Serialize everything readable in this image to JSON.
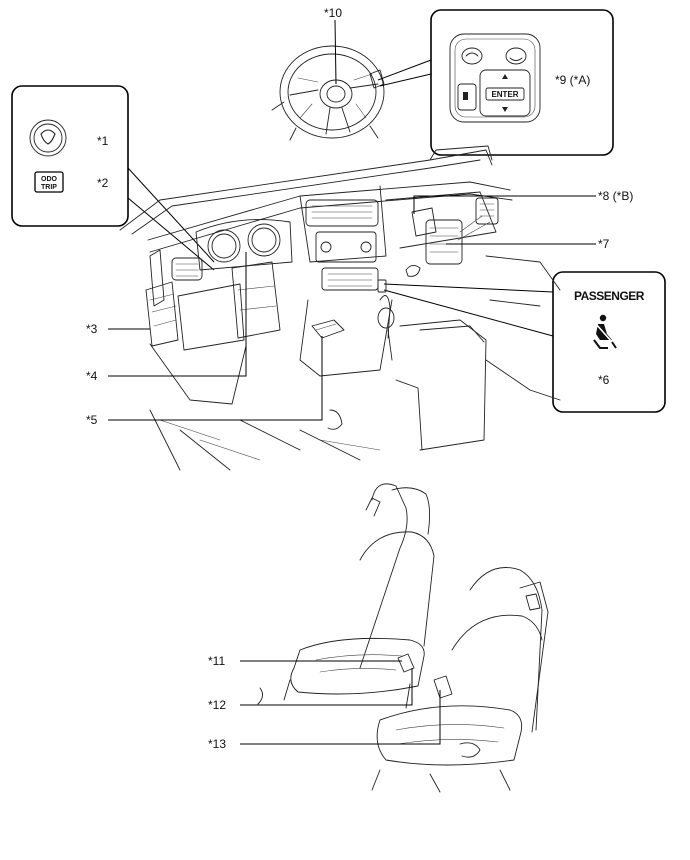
{
  "labels": {
    "l1": "*1",
    "l2": "*2",
    "l3": "*3",
    "l4": "*4",
    "l5": "*5",
    "l6": "*6",
    "l7": "*7",
    "l8": "*8 (*B)",
    "l9": "*9 (*A)",
    "l10": "*10",
    "l11": "*11",
    "l12": "*12",
    "l13": "*13"
  },
  "switches": {
    "odo_trip_line1": "ODO",
    "odo_trip_line2": "TRIP",
    "enter": "ENTER"
  },
  "passenger_indicator": {
    "text": "PASSENGER"
  },
  "colors": {
    "line": "#000000",
    "drawing": "#222222",
    "background": "#ffffff"
  }
}
